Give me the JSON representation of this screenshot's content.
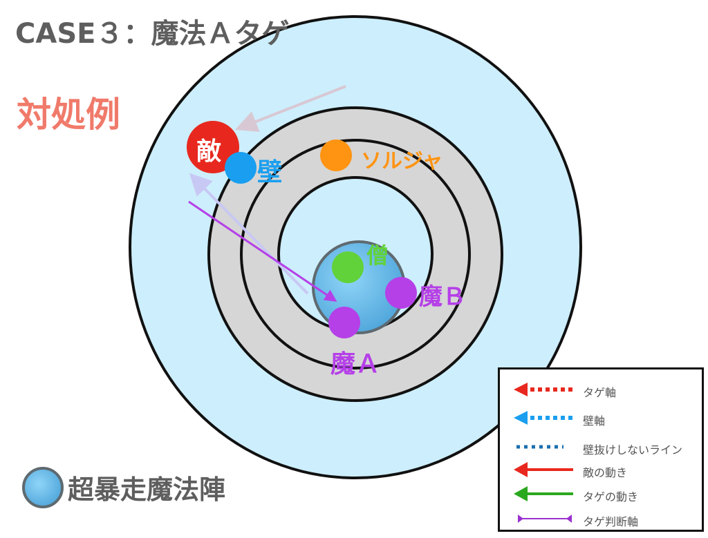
{
  "title": "CASE３：魔法Ａタゲ",
  "subtitle": "対処例",
  "units": {
    "enemy": "敵",
    "wall": "壁",
    "soldier": "ソルジャ",
    "priest": "僧",
    "mage_b": "魔Ｂ",
    "mage_a": "魔Ａ"
  },
  "magic_circle_label": "超暴走魔法陣",
  "legend": [
    {
      "label": "タゲ軸",
      "color": "#e8281e",
      "style": "dotted-arrow"
    },
    {
      "label": "壁軸",
      "color": "#1a9ff0",
      "style": "dotted-arrow"
    },
    {
      "label": "壁抜けしないライン",
      "color": "#1a6fb0",
      "style": "dotted"
    },
    {
      "label": "敵の動き",
      "color": "#e8281e",
      "style": "arrow"
    },
    {
      "label": "タゲの動き",
      "color": "#2aa81e",
      "style": "arrow"
    },
    {
      "label": "タゲ判断軸",
      "color": "#9a30d0",
      "style": "bar"
    }
  ],
  "colors": {
    "field": "#cdeefc",
    "ring": "#d6d6d6",
    "enemy": "#e8281e",
    "wall": "#1a9ff0",
    "soldier": "#ff9412",
    "priest": "#62d23a",
    "mage": "#b540e8"
  }
}
